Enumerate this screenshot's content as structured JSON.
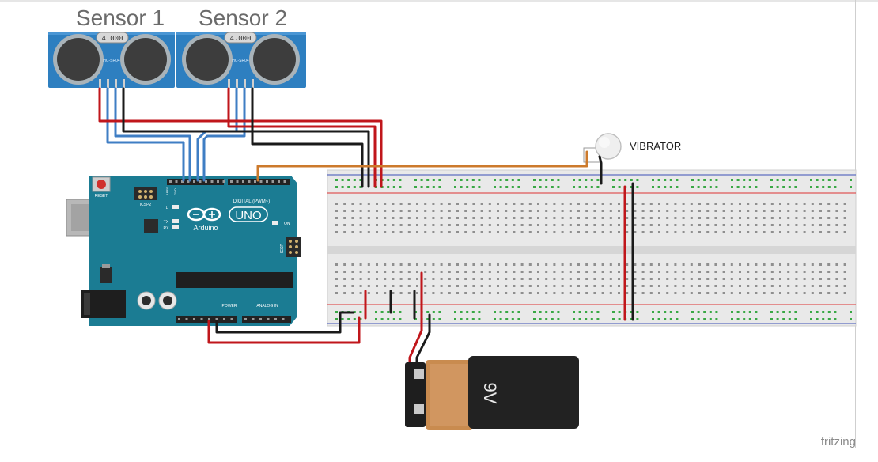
{
  "sensors": [
    {
      "title": "Sensor 1",
      "badge": "4.000",
      "model": "HC-SR04"
    },
    {
      "title": "Sensor 2",
      "badge": "4.000",
      "model": "HC-SR04"
    }
  ],
  "vibrator": {
    "label": "VIBRATOR"
  },
  "arduino": {
    "reset_label": "RESET",
    "icsp2_label": "ICSP2",
    "icsp_label": "ICSP",
    "brand": "Arduino",
    "model": "UNO",
    "digital_label": "DIGITAL (PWM~)",
    "power_label": "POWER",
    "analog_label": "ANALOG IN",
    "on_label": "ON",
    "l_label": "L",
    "tx_label": "TX",
    "rx_label": "RX",
    "aref_label": "AREF",
    "gnd_label": "GND"
  },
  "battery": {
    "label": "9V"
  },
  "watermark": "fritzing",
  "colors": {
    "red_wire": "#c0161b",
    "black_wire": "#1a1a1a",
    "blue_wire": "#3f7ec4",
    "orange_wire": "#cc7a2c",
    "board": "#1b7c93",
    "sensor_board": "#2e7fc0",
    "battery_orange": "#c98b4f",
    "breadboard": "#e8e8e8"
  }
}
